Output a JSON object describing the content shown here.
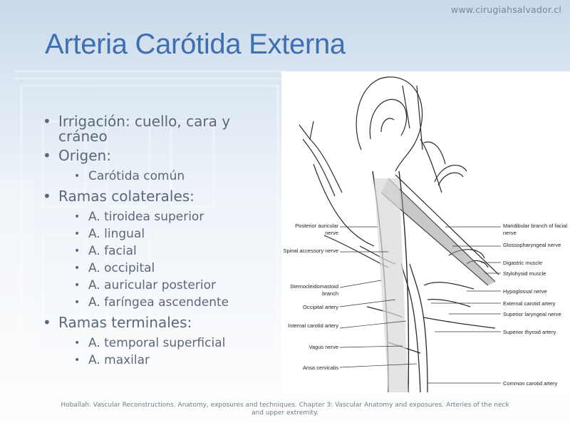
{
  "header": {
    "site_url": "www.cirugiahsalvador.cl"
  },
  "slide": {
    "title": "Arteria Carótida Externa",
    "bullets": [
      {
        "text": "Irrigación: cuello, cara y cráneo",
        "sub": []
      },
      {
        "text": "Origen:",
        "sub": [
          "Carótida común"
        ]
      },
      {
        "text": "Ramas colaterales:",
        "sub": [
          "A. tiroidea superior",
          "A. lingual",
          "A. facial",
          "A. occipital",
          "A. auricular posterior",
          "A. faríngea ascendente"
        ]
      },
      {
        "text": "Ramas terminales:",
        "sub": [
          "A. temporal superficial",
          "A. maxilar"
        ]
      }
    ],
    "citation": "Hoballah. Vascular Reconstructions. Anatomy, exposures and techniques. Chapter 3: Vascular Anatomy and exposures. Arteries of the neck and upper extremity."
  },
  "figure": {
    "left_labels": [
      "Posterior auricular nerve",
      "Spinal accessory nerve",
      "Sternocleidomastoid branch",
      "Occipital artery",
      "Internal carotid artery",
      "Vagus nerve",
      "Ansa cervicalis"
    ],
    "right_labels": [
      "Mandibular branch of facial nerve",
      "Glossopharyngeal nerve",
      "Digastric muscle",
      "Stylohyoid muscle",
      "Hypoglossal nerve",
      "External carotid artery",
      "Superior laryngeal nerve",
      "Superior thyroid artery",
      "Common carotid artery"
    ]
  }
}
